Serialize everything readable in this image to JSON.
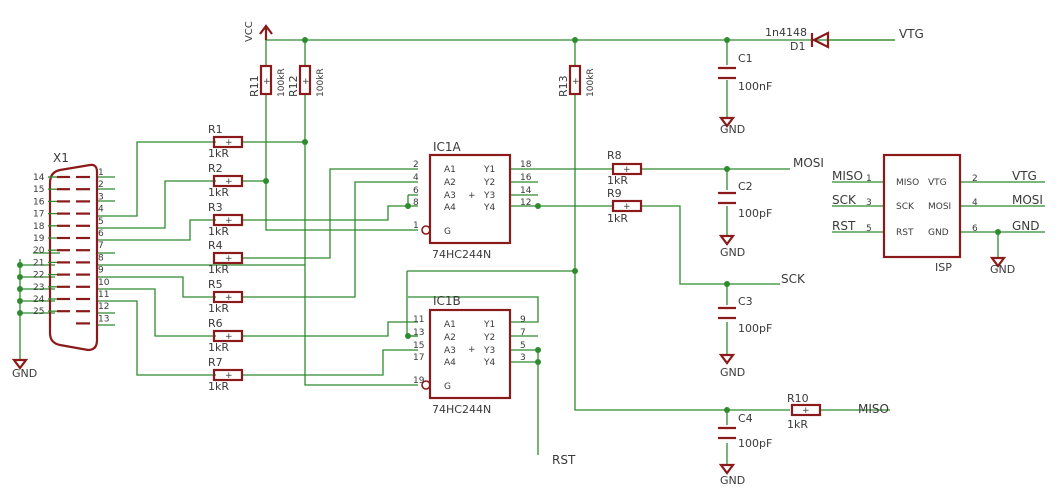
{
  "connector": {
    "name": "X1",
    "pins_left": [
      "14",
      "15",
      "16",
      "17",
      "18",
      "19",
      "20",
      "21",
      "22",
      "23",
      "24",
      "25"
    ],
    "pins_right": [
      "1",
      "2",
      "3",
      "4",
      "5",
      "6",
      "7",
      "8",
      "9",
      "10",
      "11",
      "12",
      "13"
    ],
    "gnd": "GND"
  },
  "nets": {
    "vcc": "VCC",
    "vtg": "VTG",
    "mosi": "MOSI",
    "sck": "SCK",
    "miso": "MISO",
    "rst": "RST",
    "gnd": "GND"
  },
  "resistors": {
    "pulldown": [
      {
        "name": "R1",
        "value": "1kR"
      },
      {
        "name": "R2",
        "value": "1kR"
      },
      {
        "name": "R3",
        "value": "1kR"
      },
      {
        "name": "R4",
        "value": "1kR"
      },
      {
        "name": "R5",
        "value": "1kR"
      },
      {
        "name": "R6",
        "value": "1kR"
      },
      {
        "name": "R7",
        "value": "1kR"
      }
    ],
    "r8": {
      "name": "R8",
      "value": "1kR"
    },
    "r9": {
      "name": "R9",
      "value": "1kR"
    },
    "r10": {
      "name": "R10",
      "value": "1kR"
    },
    "r11": {
      "name": "R11",
      "value": "100kR"
    },
    "r12": {
      "name": "R12",
      "value": "100kR"
    },
    "r13": {
      "name": "R13",
      "value": "100kR"
    }
  },
  "capacitors": {
    "c1": {
      "name": "C1",
      "value": "100nF"
    },
    "c2": {
      "name": "C2",
      "value": "100pF"
    },
    "c3": {
      "name": "C3",
      "value": "100pF"
    },
    "c4": {
      "name": "C4",
      "value": "100pF"
    }
  },
  "diode": {
    "name": "D1",
    "value": "1n4148"
  },
  "ic1a": {
    "name": "IC1A",
    "part": "74HC244N",
    "inputs": [
      {
        "pin": "2",
        "label": "A1"
      },
      {
        "pin": "4",
        "label": "A2"
      },
      {
        "pin": "6",
        "label": "A3"
      },
      {
        "pin": "8",
        "label": "A4"
      }
    ],
    "outputs": [
      {
        "pin": "18",
        "label": "Y1"
      },
      {
        "pin": "16",
        "label": "Y2"
      },
      {
        "pin": "14",
        "label": "Y3"
      },
      {
        "pin": "12",
        "label": "Y4"
      }
    ],
    "enable": {
      "pin": "1",
      "label": "G"
    }
  },
  "ic1b": {
    "name": "IC1B",
    "part": "74HC244N",
    "inputs": [
      {
        "pin": "11",
        "label": "A1"
      },
      {
        "pin": "13",
        "label": "A2"
      },
      {
        "pin": "15",
        "label": "A3"
      },
      {
        "pin": "17",
        "label": "A4"
      }
    ],
    "outputs": [
      {
        "pin": "9",
        "label": "Y1"
      },
      {
        "pin": "7",
        "label": "Y2"
      },
      {
        "pin": "5",
        "label": "Y3"
      },
      {
        "pin": "3",
        "label": "Y4"
      }
    ],
    "enable": {
      "pin": "19",
      "label": "G"
    }
  },
  "isp": {
    "name": "ISP",
    "left": [
      {
        "net": "MISO",
        "pin": "1",
        "label": "MISO"
      },
      {
        "net": "SCK",
        "pin": "3",
        "label": "SCK"
      },
      {
        "net": "RST",
        "pin": "5",
        "label": "RST"
      }
    ],
    "right": [
      {
        "net": "VTG",
        "pin": "2",
        "label": "VTG"
      },
      {
        "net": "MOSI",
        "pin": "4",
        "label": "MOSI"
      },
      {
        "net": "GND",
        "pin": "6",
        "label": "GND"
      }
    ]
  },
  "colors": {
    "wire": "#2e8b2e",
    "symbol": "#8b1a1a",
    "text": "#3a3a3a"
  }
}
